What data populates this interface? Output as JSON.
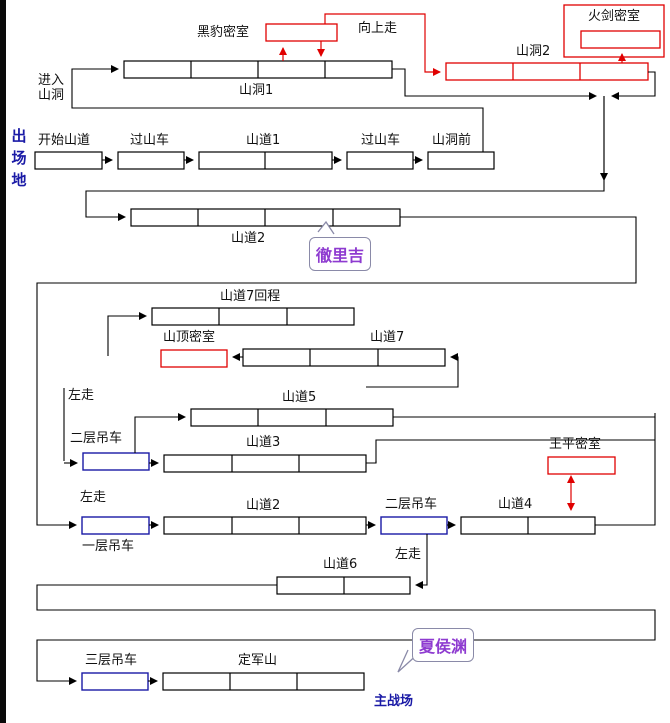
{
  "title_vertical": "出场地",
  "labels": {
    "heibao": "黑豹密室",
    "up": "向上走",
    "huojian": "火剑密室",
    "enter_cave": "进入\n山洞",
    "cave2": "山洞2",
    "cave1": "山洞1",
    "start_road": "开始山道",
    "car1": "过山车",
    "road1": "山道1",
    "car2": "过山车",
    "before_cave": "山洞前",
    "road2a": "山道2",
    "road7_return": "山道7回程",
    "top_room": "山顶密室",
    "road7": "山道7",
    "left1": "左走",
    "road5": "山道5",
    "lift2a": "二层吊车",
    "road3": "山道3",
    "wangping": "王平密室",
    "left2": "左走",
    "road2b": "山道2",
    "lift2b": "二层吊车",
    "road4": "山道4",
    "lift1": "一层吊车",
    "left3": "左走",
    "road6": "山道6",
    "lift3": "三层吊车",
    "dingjun": "定军山",
    "main_field": "主战场"
  },
  "callouts": {
    "chelijie": "徹里吉",
    "xiahouyuan": "夏侯渊"
  }
}
